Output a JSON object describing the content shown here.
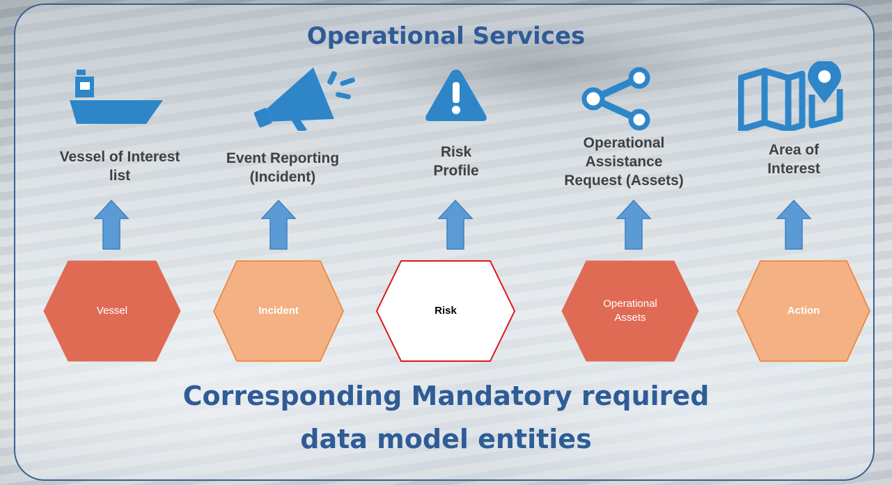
{
  "title": "Operational Services",
  "footer": {
    "line1": "Corresponding Mandatory required",
    "line2": "data model entities"
  },
  "colors": {
    "accent": "#2f5c97",
    "icon_blue": "#2e86c9",
    "arrow_blue": "#5b9bd5",
    "hex_dark": "#e06b55",
    "hex_light": "#f4b183",
    "hex_outline_red": "#e0161b"
  },
  "services": [
    {
      "icon": "ship-icon",
      "label_lines": [
        "Vessel of Interest",
        "list"
      ],
      "entity": {
        "lines": [
          "Vessel"
        ],
        "style": "dark"
      }
    },
    {
      "icon": "megaphone-icon",
      "label_lines": [
        "Event Reporting",
        "(Incident)"
      ],
      "entity": {
        "lines": [
          "Incident"
        ],
        "style": "light"
      }
    },
    {
      "icon": "warning-icon",
      "label_lines": [
        "Risk",
        "Profile"
      ],
      "entity": {
        "lines": [
          "Risk"
        ],
        "style": "outline"
      }
    },
    {
      "icon": "share-icon",
      "label_lines": [
        "Operational",
        "Assistance",
        "Request (Assets)"
      ],
      "entity": {
        "lines": [
          "Operational",
          "Assets"
        ],
        "style": "dark"
      }
    },
    {
      "icon": "map-pin-icon",
      "label_lines": [
        "Area of",
        "Interest"
      ],
      "entity": {
        "lines": [
          "Action"
        ],
        "style": "light"
      }
    }
  ]
}
